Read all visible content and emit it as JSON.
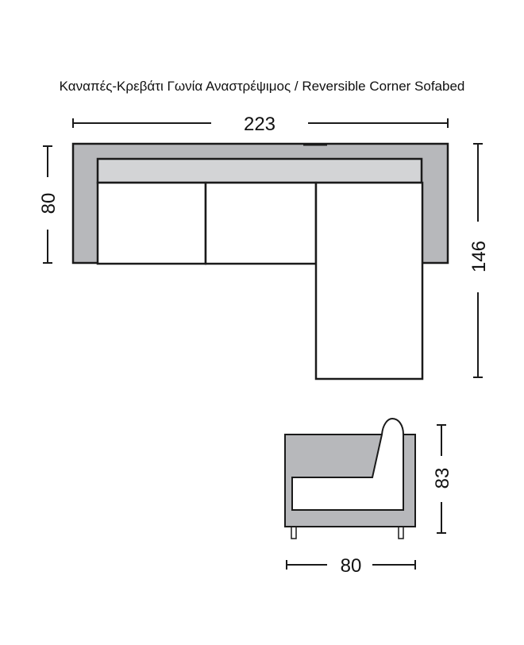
{
  "title": "Καναπές-Κρεβάτι Γωνία Αναστρέψιμος / Reversible Corner Sofabed",
  "top_view": {
    "width_label": "223",
    "depth_label": "80",
    "chaise_depth_label": "146"
  },
  "side_view": {
    "height_label": "83",
    "depth_label": "80"
  },
  "colors": {
    "frame": "#b7b8bb",
    "backrest": "#d3d4d6",
    "outline": "#1a1a1a"
  }
}
